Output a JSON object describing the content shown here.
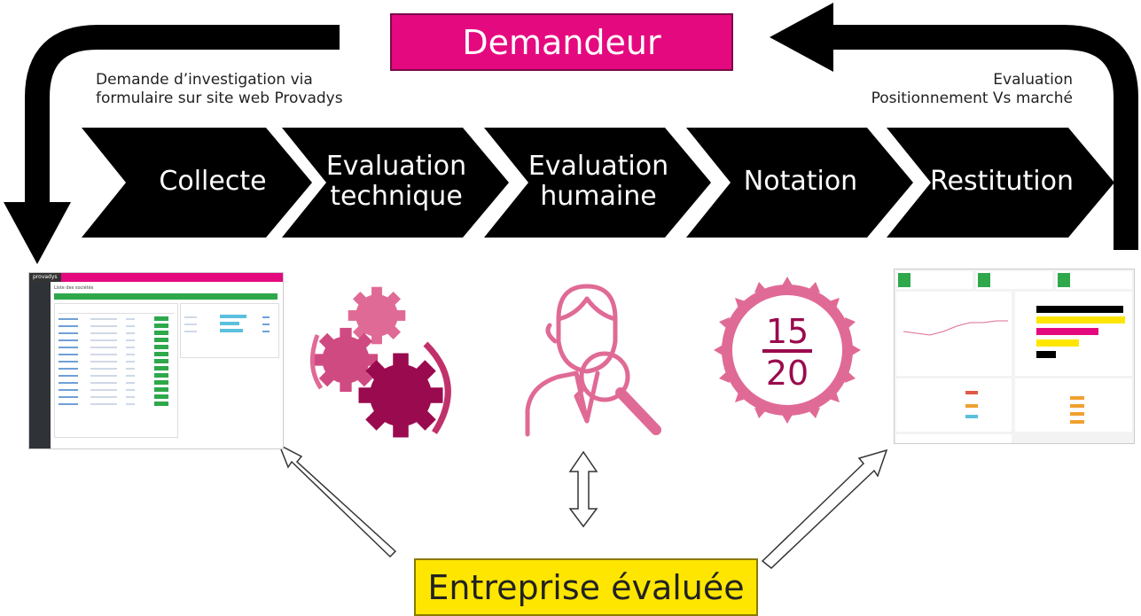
{
  "top_box": "Demandeur",
  "bottom_box": "Entreprise évaluée",
  "left_note": [
    "Demande d’investigation via",
    "formulaire sur site web Provadys"
  ],
  "right_note": [
    "Evaluation",
    "Positionnement Vs marché"
  ],
  "steps": [
    {
      "line1": "Collecte",
      "line2": ""
    },
    {
      "line1": "Evaluation",
      "line2": "technique"
    },
    {
      "line1": "Evaluation",
      "line2": "humaine"
    },
    {
      "line1": "Notation",
      "line2": ""
    },
    {
      "line1": "Restitution",
      "line2": ""
    }
  ],
  "score": {
    "numerator": "15",
    "denominator": "20"
  },
  "left_screenshot": {
    "logo": "provadys",
    "title": "Liste des sociétés"
  },
  "colors": {
    "magenta": "#e5097f",
    "yellow": "#ffe600",
    "chevron": "#000000",
    "icon_pink": "#e06a96",
    "gear_dark": "#9a0a4e"
  }
}
